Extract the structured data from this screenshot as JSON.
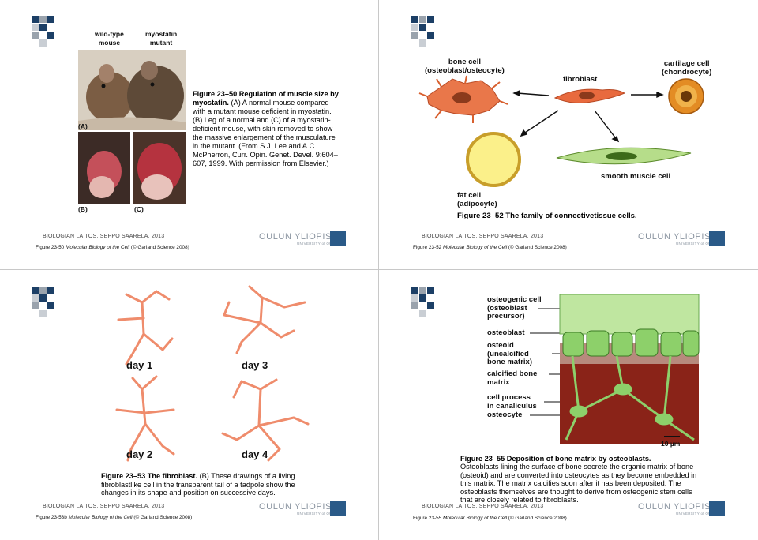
{
  "common": {
    "author": "BIOLOGIAN LAITOS, SEPPO SAARELA, 2013",
    "logo_name": "OULUN YLIOPISTO",
    "logo_sub": "UNIVERSITY of OULU",
    "ref_book": "Molecular Biology of the Cell",
    "ref_tail": " (© Garland Science 2008)"
  },
  "slides": [
    {
      "ref_prefix": "Figure 23-50 ",
      "photo_labels": {
        "wild": "wild-type\nmouse",
        "mutant": "myostatin\nmutant",
        "a": "(A)",
        "b": "(B)",
        "c": "(C)"
      },
      "caption_title": "Figure 23–50 Regulation of muscle size by myostatin.",
      "caption_body": " (A) A normal mouse compared with a mutant mouse deficient in myostatin. (B) Leg of a normal and (C) of a myostatin-deficient mouse, with skin removed to show the massive enlargement of the musculature in the mutant. (From S.J. Lee and A.C. McPherron, Curr. Opin. Genet. Devel. 9:604–607, 1999. With permission from Elsevier.)"
    },
    {
      "ref_prefix": "Figure 23-52 ",
      "labels": {
        "bone": "bone cell\n(osteoblast/osteocyte)",
        "cartilage": "cartilage cell\n(chondrocyte)",
        "fibroblast": "fibroblast",
        "fat": "fat cell\n(adipocyte)",
        "smooth": "smooth muscle cell"
      },
      "caption": "Figure 23–52 The family of connectivetissue cells."
    },
    {
      "ref_prefix": "Figure 23-53b ",
      "days": [
        "day 1",
        "day 3",
        "day 2",
        "day 4"
      ],
      "caption_title": "Figure 23–53 The fibroblast.",
      "caption_body": " (B) These drawings of a living fibroblastlike cell in the transparent tail of a tadpole show the changes in its shape and position on successive days."
    },
    {
      "ref_prefix": "Figure 23-55 ",
      "labels": [
        "osteogenic cell\n(osteoblast\nprecursor)",
        "osteoblast",
        "osteoid\n(uncalcified\nbone matrix)",
        "calcified bone\nmatrix",
        "cell process\nin canaliculus",
        "osteocyte"
      ],
      "scale": "10 µm",
      "caption_title": "Figure 23–55 Deposition of bone matrix by osteoblasts.",
      "caption_body": "Osteoblasts lining the surface of bone secrete the organic matrix of bone (osteoid) and are converted into osteocytes as they become embedded in this matrix. The matrix calcifies soon after it has been deposited. The osteoblasts themselves are thought to derive from osteogenic stem cells that are closely related to fibroblasts."
    }
  ]
}
